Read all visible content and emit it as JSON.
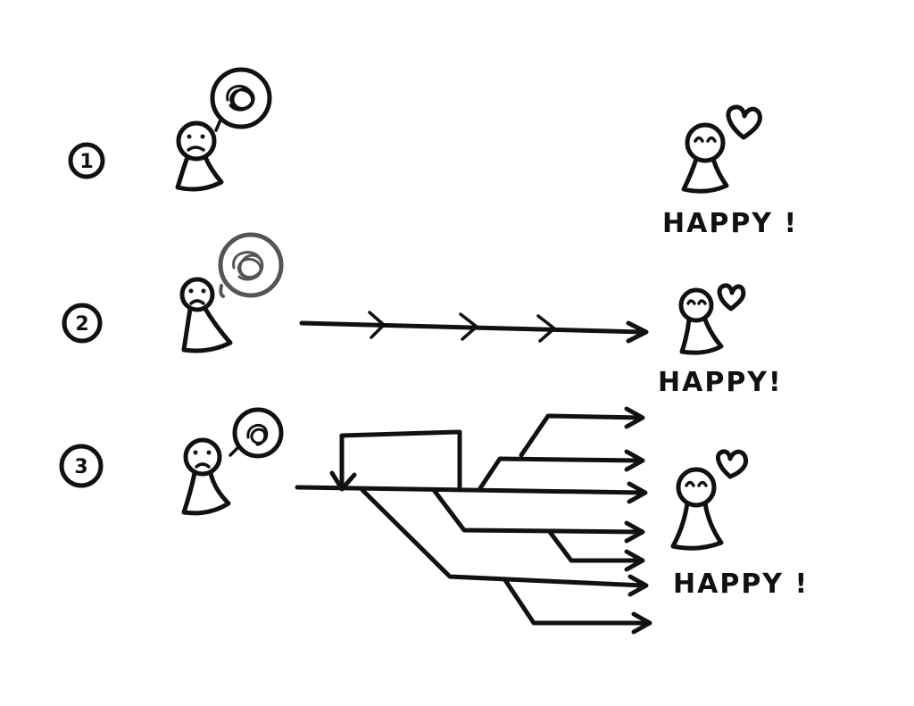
{
  "rows": [
    {
      "number": "1",
      "outcome": "HAPPY !"
    },
    {
      "number": "2",
      "outcome": "HAPPY!"
    },
    {
      "number": "3",
      "outcome": "HAPPY !"
    }
  ],
  "colors": {
    "ink": "#111111",
    "grey_ink": "#555555",
    "background": "#ffffff"
  },
  "icons": [
    "sad-person-icon",
    "tangled-thought-bubble-icon",
    "happy-person-icon",
    "heart-icon"
  ]
}
